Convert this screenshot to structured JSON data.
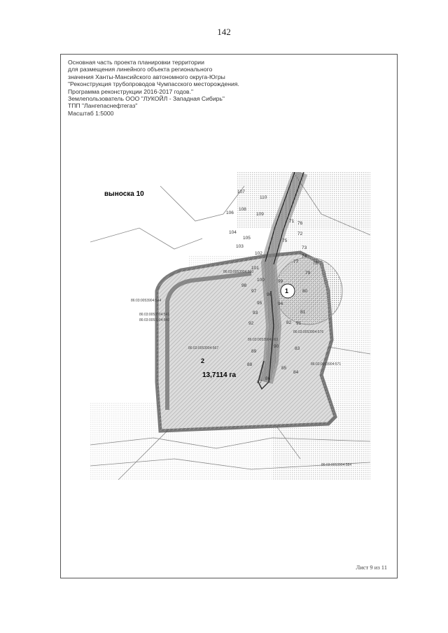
{
  "page_number": "142",
  "header_lines": [
    "Основная часть проекта планировки территории",
    "для размещения линейного объекта регионального",
    "значения Ханты-Мансийского автономного округа-Югры",
    "\"Реконструкция трубопроводов Чумпасского месторождения.",
    "Программа реконструкции 2016-2017 годов.\"",
    "Землепользователь ООО \"ЛУКОЙЛ - Западная Сибирь\"",
    "ТПП \"Лангепаснефтегаз\"",
    "Масштаб 1:5000"
  ],
  "callout_label": "выноска 10",
  "area_label": "13,7114 га",
  "parcel_numbers": [
    "1",
    "2"
  ],
  "point_numbers": [
    "107",
    "110",
    "108",
    "106",
    "109",
    "104",
    "105",
    "103",
    "102",
    "101",
    "100",
    "99",
    "98",
    "97",
    "96",
    "95",
    "94",
    "93",
    "92",
    "91",
    "90",
    "89",
    "88",
    "87",
    "86",
    "85",
    "84",
    "83",
    "82",
    "81",
    "80",
    "79",
    "78",
    "77",
    "76",
    "75",
    "74",
    "73",
    "72",
    "71",
    "70"
  ],
  "cadastral_labels": [
    "86:03:0053904:540",
    "86:03:0053904:541",
    "86:03:0053904:544",
    "86:03:0053904:560",
    "86:03:0053904:563",
    "86:03:0053904:567",
    "86:03:0053904:571",
    "86:03:0053904:576",
    "86:03:0053904:584"
  ],
  "sheet_label": "Лист 9 из 11"
}
